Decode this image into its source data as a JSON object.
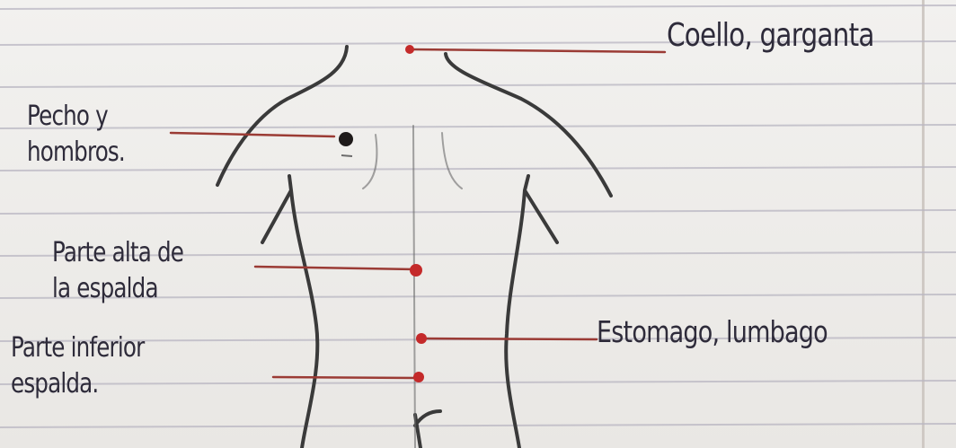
{
  "diagram": {
    "labels": {
      "neck": "Coello, garganta",
      "chest": "Pecho y\nhombros.",
      "upper_back": "Parte alta de\nla espalda",
      "stomach": "Estomago, lumbago",
      "lower_back": "Parte inferior\nespalda."
    }
  },
  "colors": {
    "paper": "#eceae6",
    "ruled_line": "#b9b6c2",
    "pencil": "#3a3a3a",
    "leader_line": "#9b3b35",
    "point": "#c42a2a",
    "chest_point": "#1e1a1a",
    "ink": "#2e2b3a"
  }
}
